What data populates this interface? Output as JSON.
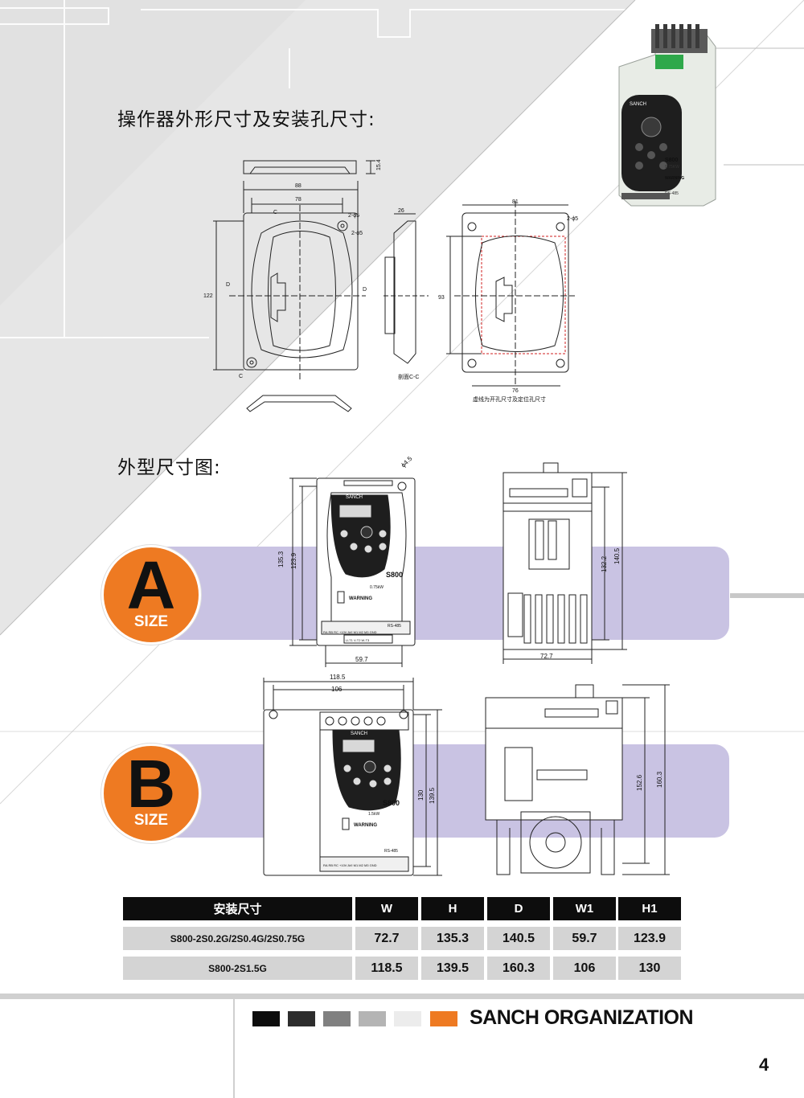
{
  "section1_title": "操作器外形尺寸及安装孔尺寸:",
  "section2_title": "外型尺寸图:",
  "keypad_drawing": {
    "dims": {
      "d15_4": "15.4",
      "d88": "88",
      "d78": "78",
      "d26": "26",
      "d81": "81",
      "hole_a": "2-ϕ5",
      "hole_b": "2-ϕ5",
      "hole_c": "2-ϕ5",
      "d122": "122",
      "d93": "93",
      "d76": "76",
      "c_mark": "C",
      "d_mark": "D"
    },
    "section_label": "剖面C-C",
    "note": "虚线为开孔尺寸及定位孔尺寸"
  },
  "size_a": {
    "letter": "A",
    "size_label": "SIZE",
    "dims": {
      "d135_3": "135.3",
      "d123_9": "123.9",
      "d59_7": "59.7",
      "d132_2": "132.2",
      "d140_5": "140.5",
      "d72_7": "72.7",
      "hole": "ϕ4.5"
    },
    "device": {
      "model": "S800",
      "rating": "0.75kW",
      "warning": "WARNING",
      "port": "RS-485",
      "terminals_bottom": "U-T1 V-T2 W-T3",
      "terminals_top": "RA RB RC +10V AVI M1 M2 M3 GND"
    }
  },
  "size_b": {
    "letter": "B",
    "size_label": "SIZE",
    "dims": {
      "d118_5": "118.5",
      "d106": "106",
      "d130": "130",
      "d139_5": "139.5",
      "d152_6": "152.6",
      "d160_3": "160.3"
    },
    "device": {
      "model": "S800",
      "rating": "1.5kW",
      "warning": "WARNING",
      "port": "RS-485",
      "terminals_top": "RA RB RC +10V AVI M1 M2 M3 GND"
    }
  },
  "brand_logo": "SANCH",
  "photo": {
    "model": "S800",
    "rating": "0.75KW",
    "warning": "WARNING",
    "port": "RS-485"
  },
  "table": {
    "headers": [
      "安装尺寸",
      "W",
      "H",
      "D",
      "W1",
      "H1"
    ],
    "rows": [
      [
        "S800-2S0.2G/2S0.4G/2S0.75G",
        "72.7",
        "135.3",
        "140.5",
        "59.7",
        "123.9"
      ],
      [
        "S800-2S1.5G",
        "118.5",
        "139.5",
        "160.3",
        "106",
        "130"
      ]
    ]
  },
  "footer": {
    "organization": "SANCH ORGANIZATION",
    "swatches": [
      "#0d0d0d",
      "#2d2d2d",
      "#808080",
      "#b4b4b4",
      "#ececec",
      "#ee7a22"
    ],
    "page_number": "4"
  },
  "colors": {
    "accent_orange": "#ee7a22",
    "band_lavender": "#c9c3e3"
  }
}
